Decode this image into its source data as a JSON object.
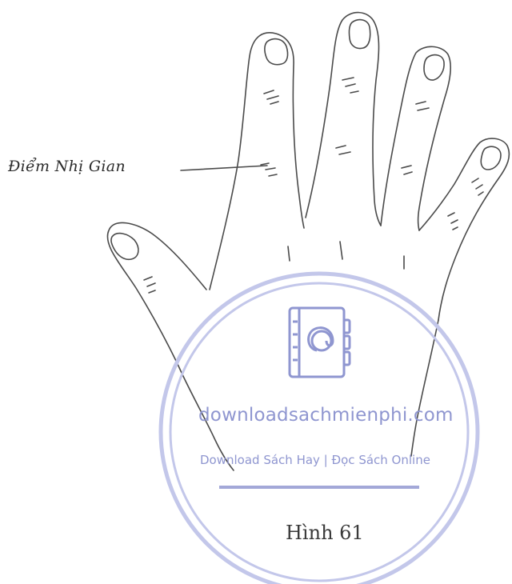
{
  "figure": {
    "point_label": "Điểm Nhị Gian",
    "caption": "Hình 61"
  },
  "watermark": {
    "site": "downloadsachmienphi.com",
    "tagline": "Download Sách Hay | Đọc Sách Online",
    "icon": "address-book-icon",
    "color": "#8f96d0"
  }
}
